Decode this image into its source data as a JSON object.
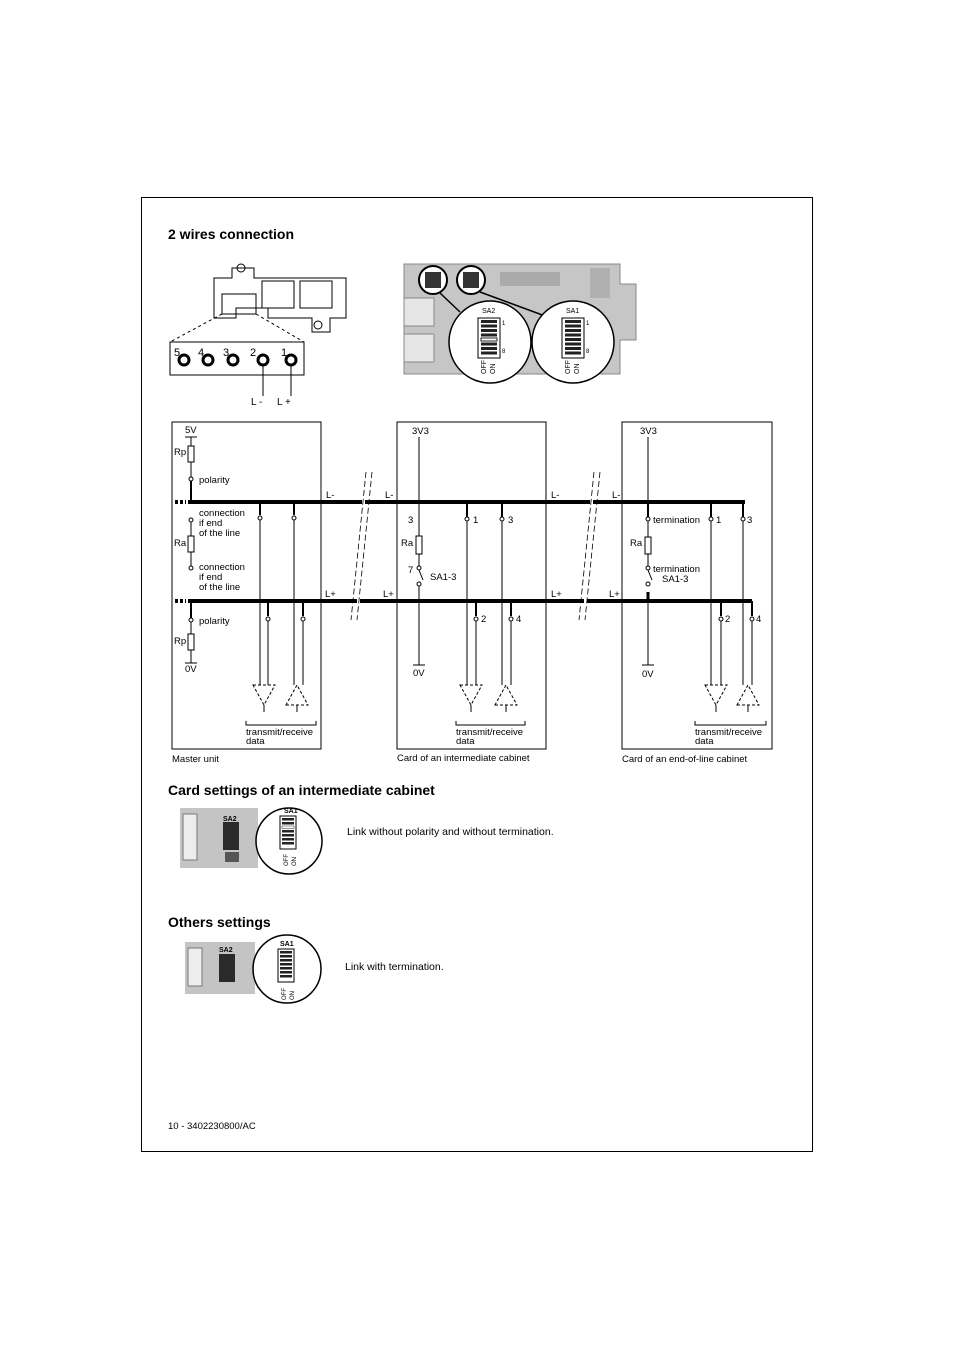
{
  "section_2wires": {
    "title": "2 wires connection",
    "terminal_numbers": [
      "5",
      "4",
      "3",
      "2",
      "1"
    ],
    "l_minus": "L -",
    "l_plus": "L +",
    "sa2": "SA2",
    "sa1": "SA1",
    "switch_first": "1",
    "switch_last": "8",
    "off": "OFF",
    "on": "ON"
  },
  "schematic": {
    "master": {
      "v5": "5V",
      "rp_top": "Rp",
      "polarity_top": "polarity",
      "connection_top": [
        "connection",
        "if end",
        "of the line"
      ],
      "ra": "Ra",
      "connection_bottom": [
        "connection",
        "if end",
        "of the line"
      ],
      "polarity_bottom": "polarity",
      "rp_bottom": "Rp",
      "v0": "0V",
      "transmit": [
        "transmit/receive",
        "data"
      ],
      "caption": "Master unit"
    },
    "intermediate": {
      "v33": "3V3",
      "pin3": "3",
      "pin1": "1",
      "pin3b": "3",
      "ra": "Ra",
      "pin7": "7",
      "sa13": "SA1-3",
      "pin2": "2",
      "pin4": "4",
      "v0": "0V",
      "transmit": [
        "transmit/receive",
        "data"
      ],
      "caption": "Card of an intermediate cabinet"
    },
    "endline": {
      "v33": "3V3",
      "termination_top": "termination",
      "pin1": "1",
      "pin3": "3",
      "ra": "Ra",
      "termination_bottom": "termination",
      "sa13": "SA1-3",
      "pin2": "2",
      "pin4": "4",
      "v0": "0V",
      "transmit": [
        "transmit/receive",
        "data"
      ],
      "caption": "Card of an end-of-line cabinet"
    },
    "bus_labels": {
      "lminus": "L-",
      "lplus": "L+"
    }
  },
  "section_intermediate": {
    "title": "Card settings of an intermediate cabinet",
    "sa2": "SA2",
    "sa1": "SA1",
    "off": "OFF",
    "on": "ON",
    "note": "Link without polarity and without termination."
  },
  "section_others": {
    "title": "Others settings",
    "sa2": "SA2",
    "sa1": "SA1",
    "off": "OFF",
    "on": "ON",
    "note": "Link with termination."
  },
  "footer": "10 - 3402230800/AC"
}
